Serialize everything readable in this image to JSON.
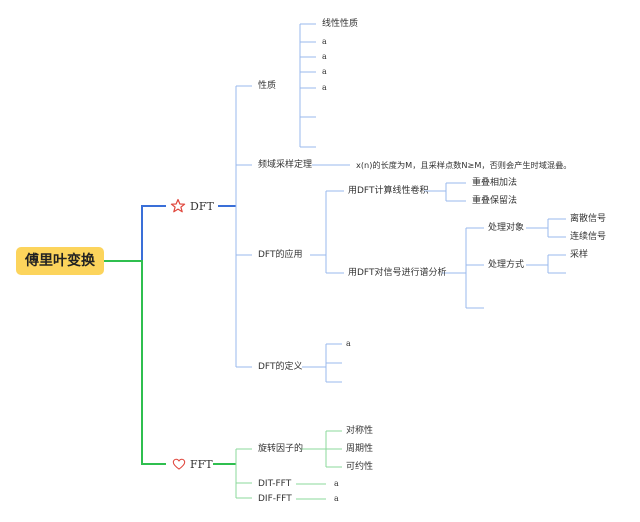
{
  "root": {
    "label": "傅里叶变换"
  },
  "dft": {
    "label": "DFT",
    "icon": "star-icon",
    "color": "#3a6fd8",
    "properties": {
      "label": "性质",
      "items": [
        "线性性质",
        "a",
        "a",
        "a",
        "a"
      ]
    },
    "sampling_theorem": {
      "label": "频域采样定理",
      "detail": "x(n)的长度为M，且采样点数N≥M，否则会产生时域混叠。"
    },
    "applications": {
      "label": "DFT的应用",
      "convolution": {
        "label": "用DFT计算线性卷积",
        "items": [
          "重叠相加法",
          "重叠保留法"
        ]
      },
      "spectrum_analysis": {
        "label": "用DFT对信号进行谱分析",
        "objects": {
          "label": "处理对象",
          "items": [
            "离散信号",
            "连续信号"
          ]
        },
        "methods": {
          "label": "处理方式",
          "items": [
            "采样"
          ]
        }
      }
    },
    "definition": {
      "label": "DFT的定义",
      "items": [
        "a"
      ]
    }
  },
  "fft": {
    "label": "FFT",
    "icon": "heart-icon",
    "color": "#2fbf4f",
    "twiddle": {
      "label": "旋转因子的",
      "items": [
        "对称性",
        "周期性",
        "可约性"
      ]
    },
    "dit": {
      "label": "DIT-FFT",
      "item": "a"
    },
    "dif": {
      "label": "DIF-FFT",
      "item": "a"
    }
  },
  "colors": {
    "root_fill": "#fcd45c",
    "dft_link": "#3a6fd8",
    "dft_sub_link": "#9ab8ec",
    "fft_link": "#2fbf4f",
    "fft_sub_link": "#8bd89b",
    "icon_red": "#e0473d"
  }
}
